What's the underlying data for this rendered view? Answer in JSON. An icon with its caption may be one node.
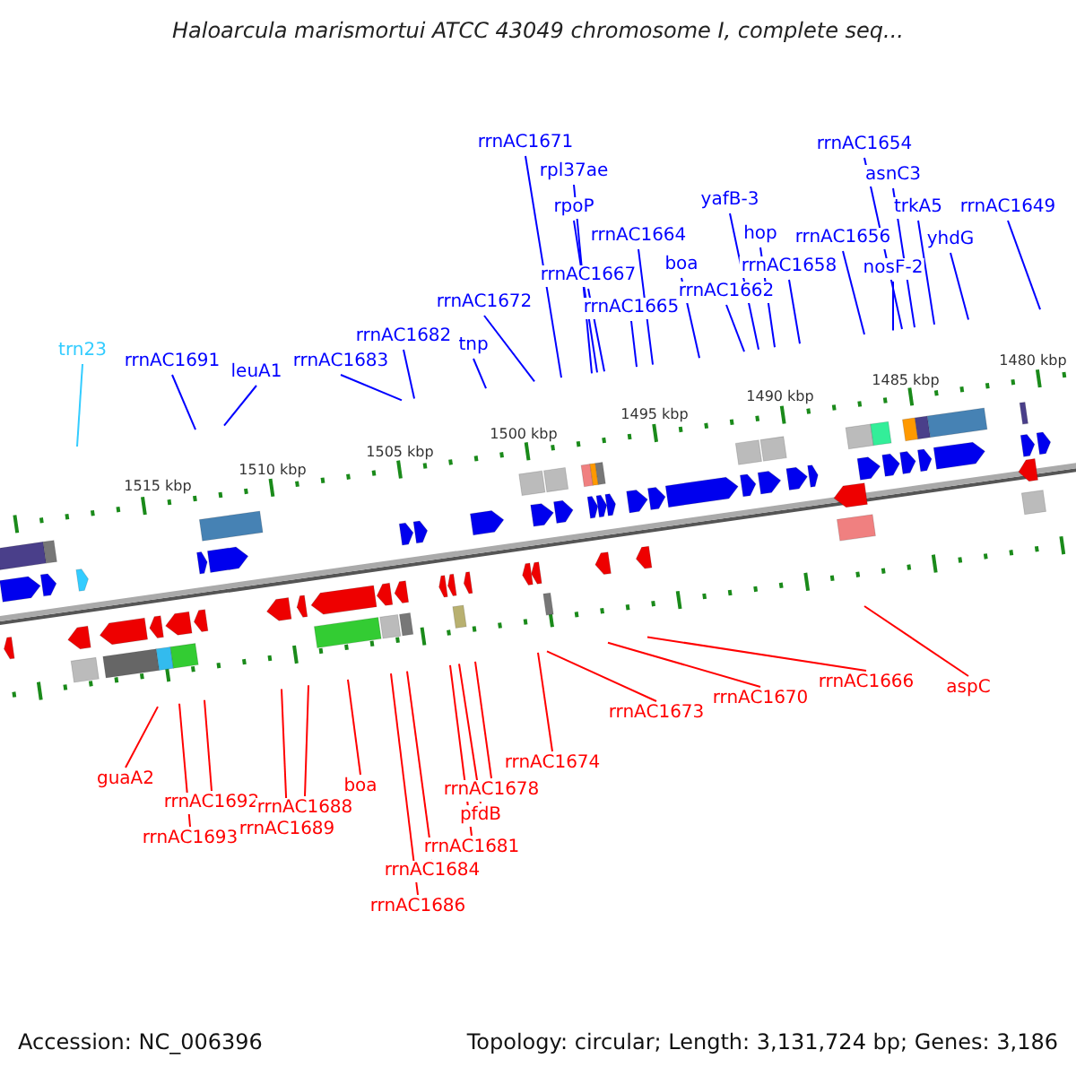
{
  "diagram": {
    "title": "Haloarcula marismortui ATCC 43049 chromosome I, complete seq...",
    "nodes": [
      {
        "text": [
          "trn23"
        ]
      },
      {
        "text": [
          "rrnAC1691"
        ]
      },
      {
        "text": [
          "leuA1"
        ]
      },
      {
        "text": [
          "rrnAC1683"
        ]
      },
      {
        "text": [
          "rrnAC1682"
        ]
      },
      {
        "text": [
          "tnp"
        ]
      },
      {
        "text": [
          "rrnAC1672"
        ]
      },
      {
        "text": [
          "rrnAC1671"
        ]
      },
      {
        "text": [
          "rpl37ae"
        ]
      },
      {
        "text": [
          "rpoP"
        ]
      },
      {
        "text": [
          "rrnAC1667"
        ]
      },
      {
        "text": [
          "rrnAC1665"
        ]
      },
      {
        "text": [
          "rrnAC1664"
        ]
      },
      {
        "text": [
          "boa"
        ]
      },
      {
        "text": [
          "rrnAC1662"
        ]
      },
      {
        "text": [
          "yafB-3"
        ]
      },
      {
        "text": [
          "hop"
        ]
      },
      {
        "text": [
          "rrnAC1658"
        ]
      },
      {
        "text": [
          "rrnAC1656"
        ]
      },
      {
        "text": [
          "nosF-2"
        ]
      },
      {
        "text": [
          "rrnAC1654"
        ]
      },
      {
        "text": [
          "asnC3"
        ]
      },
      {
        "text": [
          "trkA5"
        ]
      },
      {
        "text": [
          "yhdG"
        ]
      },
      {
        "text": [
          "rrnAC1649"
        ]
      },
      {
        "text": [
          "guaA2"
        ]
      },
      {
        "text": [
          "rrnAC1692"
        ]
      },
      {
        "text": [
          "rrnAC1693"
        ]
      },
      {
        "text": [
          "rrnAC1688"
        ]
      },
      {
        "text": [
          "rrnAC1689"
        ]
      },
      {
        "text": [
          "boa"
        ]
      },
      {
        "text": [
          "rrnAC1684"
        ]
      },
      {
        "text": [
          "rrnAC1686"
        ]
      },
      {
        "text": [
          "rrnAC1681"
        ]
      },
      {
        "text": [
          "pfdB"
        ]
      },
      {
        "text": [
          "rrnAC1678"
        ]
      },
      {
        "text": [
          "rrnAC1674"
        ]
      },
      {
        "text": [
          "rrnAC1673"
        ]
      },
      {
        "text": [
          "rrnAC1670"
        ]
      },
      {
        "text": [
          "rrnAC1666"
        ]
      },
      {
        "text": [
          "aspC"
        ]
      }
    ],
    "edges": [
      {
        "from": 0,
        "to": null,
        "arrow": "none",
        "color": "#33ccff"
      },
      {
        "from": 1,
        "to": null,
        "arrow": "none"
      },
      {
        "from": 2,
        "to": null,
        "arrow": "none"
      },
      {
        "from": 3,
        "to": null,
        "arrow": "none"
      },
      {
        "from": 4,
        "to": null,
        "arrow": "none"
      },
      {
        "from": 5,
        "to": null,
        "arrow": "none"
      },
      {
        "from": 6,
        "to": null,
        "arrow": "none"
      },
      {
        "from": 7,
        "to": null,
        "arrow": "none"
      },
      {
        "from": 8,
        "to": null,
        "arrow": "none"
      },
      {
        "from": 9,
        "to": null,
        "arrow": "none"
      },
      {
        "from": 10,
        "to": null,
        "arrow": "none"
      },
      {
        "from": 11,
        "to": null,
        "arrow": "none"
      },
      {
        "from": 12,
        "to": null,
        "arrow": "none"
      },
      {
        "from": 13,
        "to": null,
        "arrow": "none"
      },
      {
        "from": 14,
        "to": null,
        "arrow": "none"
      },
      {
        "from": 15,
        "to": null,
        "arrow": "none"
      },
      {
        "from": 16,
        "to": null,
        "arrow": "none"
      },
      {
        "from": 17,
        "to": null,
        "arrow": "none"
      },
      {
        "from": 18,
        "to": null,
        "arrow": "none"
      },
      {
        "from": 19,
        "to": null,
        "arrow": "none"
      },
      {
        "from": 20,
        "to": null,
        "arrow": "none"
      },
      {
        "from": 21,
        "to": null,
        "arrow": "none"
      },
      {
        "from": 22,
        "to": null,
        "arrow": "none"
      },
      {
        "from": 23,
        "to": null,
        "arrow": "none"
      },
      {
        "from": 24,
        "to": null,
        "arrow": "none"
      },
      {
        "from": 25,
        "to": null,
        "arrow": "none",
        "color": "#ff0000"
      },
      {
        "from": 26,
        "to": null,
        "arrow": "none",
        "color": "#ff0000"
      },
      {
        "from": 27,
        "to": null,
        "arrow": "none",
        "color": "#ff0000"
      },
      {
        "from": 28,
        "to": null,
        "arrow": "none",
        "color": "#ff0000"
      },
      {
        "from": 29,
        "to": null,
        "arrow": "none",
        "color": "#ff0000"
      },
      {
        "from": 30,
        "to": null,
        "arrow": "none",
        "color": "#ff0000"
      },
      {
        "from": 31,
        "to": null,
        "arrow": "none",
        "color": "#ff0000"
      },
      {
        "from": 32,
        "to": null,
        "arrow": "none",
        "color": "#ff0000"
      },
      {
        "from": 33,
        "to": null,
        "arrow": "none",
        "color": "#ff0000"
      },
      {
        "from": 34,
        "to": null,
        "arrow": "none",
        "color": "#ff0000"
      },
      {
        "from": 35,
        "to": null,
        "arrow": "none",
        "color": "#ff0000"
      },
      {
        "from": 36,
        "to": null,
        "arrow": "none",
        "color": "#ff0000"
      },
      {
        "from": 37,
        "to": null,
        "arrow": "none",
        "color": "#ff0000"
      },
      {
        "from": 38,
        "to": null,
        "arrow": "none",
        "color": "#ff0000"
      },
      {
        "from": 39,
        "to": null,
        "arrow": "none",
        "color": "#ff0000"
      },
      {
        "from": 40,
        "to": null,
        "arrow": "none",
        "color": "#ff0000"
      }
    ],
    "labels": [
      "1515 kbp",
      "1510 kbp",
      "1505 kbp",
      "1500 kbp",
      "1495 kbp",
      "1490 kbp",
      "1485 kbp",
      "1480 kbp",
      "Accession: NC_006396",
      "Topology: circular; Length: 3,131,724 bp; Genes: 3,186"
    ]
  }
}
